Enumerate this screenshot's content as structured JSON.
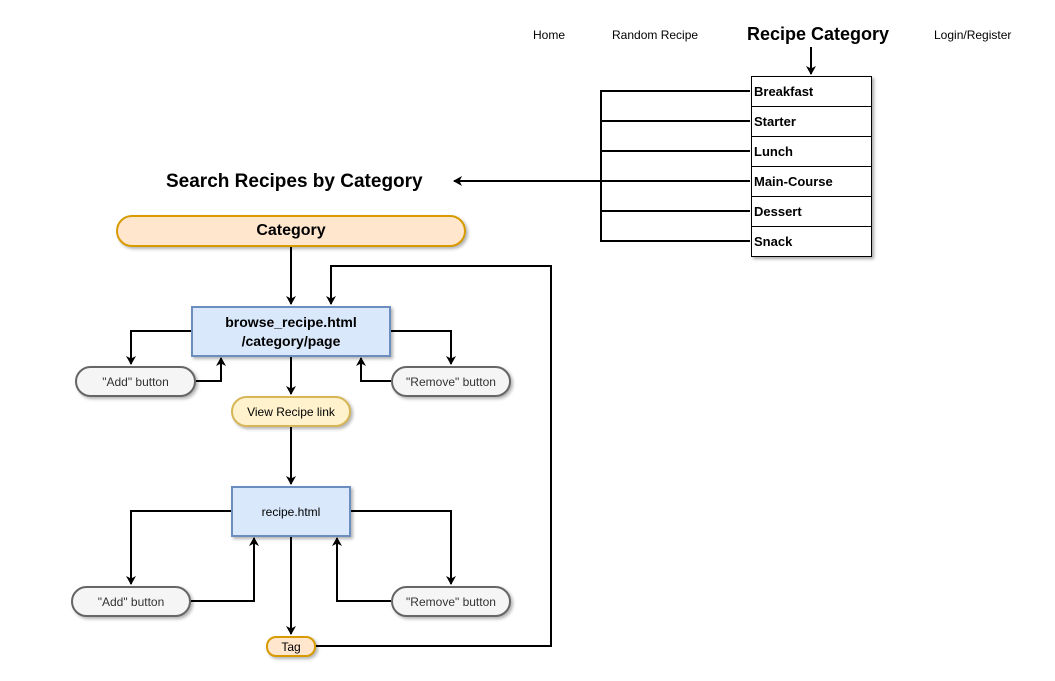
{
  "nav": {
    "home": "Home",
    "random_recipe": "Random Recipe",
    "recipe_category": "Recipe Category",
    "login_register": "Login/Register"
  },
  "category_menu": [
    "Breakfast",
    "Starter",
    "Lunch",
    "Main-Course",
    "Dessert",
    "Snack"
  ],
  "heading": "Search Recipes by Category",
  "flow": {
    "category": "Category",
    "browse_page_line1": "browse_recipe.html",
    "browse_page_line2": "/category/page",
    "add_button_top": "\"Add\" button",
    "remove_button_top": "\"Remove\" button",
    "view_recipe_link": "View Recipe link",
    "recipe_page": "recipe.html",
    "add_button_bottom": "\"Add\" button",
    "remove_button_bottom": "\"Remove\" button",
    "tag": "Tag"
  },
  "colors": {
    "orange_fill": "#ffe6cc",
    "orange_stroke": "#d79b00",
    "blue_fill": "#dae8fc",
    "blue_stroke": "#6c8ebf",
    "grey_fill": "#f5f5f5",
    "grey_stroke": "#666666",
    "yellow_fill": "#fff2cc",
    "yellow_stroke": "#d6b656"
  }
}
